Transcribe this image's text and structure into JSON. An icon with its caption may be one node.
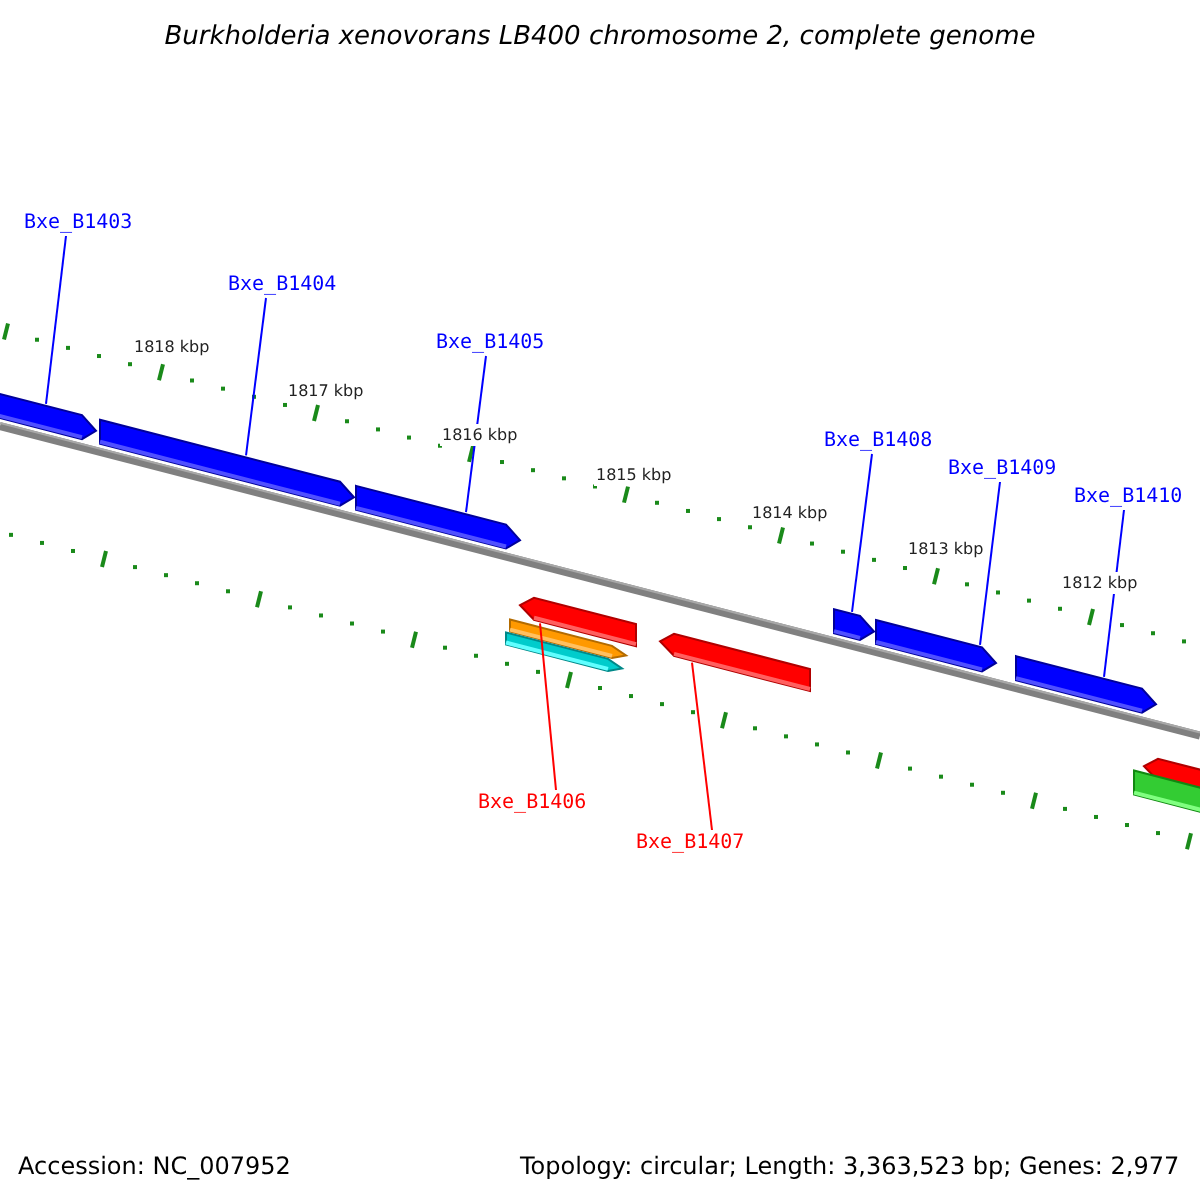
{
  "diagram": {
    "title": "Burkholderia xenovorans LB400 chromosome 2, complete genome",
    "nodes": [
      {
        "text": [
          "Bxe_B1403"
        ]
      },
      {
        "text": [
          "Bxe_B1404"
        ]
      },
      {
        "text": [
          "Bxe_B1405"
        ]
      },
      {
        "text": [
          "Bxe_B1406"
        ]
      },
      {
        "text": [
          "Bxe_B1407"
        ]
      },
      {
        "text": [
          "Bxe_B1408"
        ]
      },
      {
        "text": [
          "Bxe_B1409"
        ]
      },
      {
        "text": [
          "Bxe_B1410"
        ]
      },
      {
        "text": [],
        "shape": "bar"
      },
      {
        "text": [],
        "shape": "bar"
      },
      {
        "text": [],
        "shape": "bar"
      },
      {
        "text": [],
        "shape": "bar"
      },
      {
        "text": [],
        "shape": "bar"
      },
      {
        "text": [],
        "shape": "bar"
      },
      {
        "text": [],
        "shape": "bar"
      },
      {
        "text": [],
        "shape": "bar"
      }
    ],
    "edges": [
      {
        "from": 0,
        "to": 8,
        "arrow": "none"
      },
      {
        "from": 1,
        "to": 9,
        "arrow": "none"
      },
      {
        "from": 2,
        "to": 10,
        "arrow": "none"
      },
      {
        "from": 3,
        "to": 11,
        "arrow": "none",
        "color": "#ff0000"
      },
      {
        "from": 4,
        "to": 12,
        "arrow": "none",
        "color": "#ff0000"
      },
      {
        "from": 5,
        "to": 13,
        "arrow": "none"
      },
      {
        "from": 6,
        "to": 14,
        "arrow": "none"
      },
      {
        "from": 7,
        "to": 15,
        "arrow": "none"
      }
    ],
    "labels": [
      "1818 kbp",
      "1817 kbp",
      "1816 kbp",
      "1815 kbp",
      "1814 kbp",
      "1813 kbp",
      "1812 kbp",
      "Accession: NC_007952",
      "Topology: circular; Length: 3,363,523 bp; Genes: 2,977"
    ]
  }
}
